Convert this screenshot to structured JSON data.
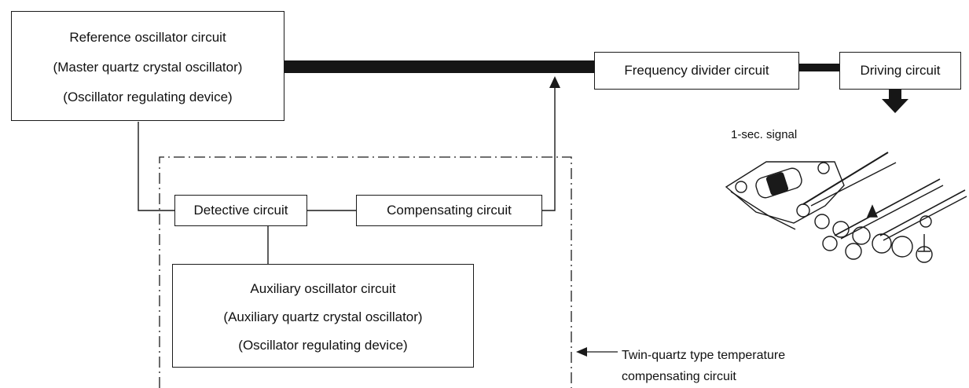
{
  "reference_box": {
    "lines": [
      "Reference oscillator circuit",
      "(Master quartz crystal oscillator)",
      "(Oscillator regulating device)"
    ]
  },
  "frequency_divider_box": {
    "label": "Frequency divider circuit"
  },
  "driving_box": {
    "label": "Driving circuit"
  },
  "detective_box": {
    "label": "Detective circuit"
  },
  "compensating_box": {
    "label": "Compensating circuit"
  },
  "auxiliary_box": {
    "lines": [
      "Auxiliary oscillator circuit",
      "(Auxiliary quartz crystal oscillator)",
      "(Oscillator regulating device)"
    ]
  },
  "signal_label": "1-sec. signal",
  "callout": {
    "line1": "Twin-quartz type temperature",
    "line2": "compensating circuit"
  },
  "colors": {
    "ink": "#1a1a1a",
    "signal_band": "#161616"
  }
}
